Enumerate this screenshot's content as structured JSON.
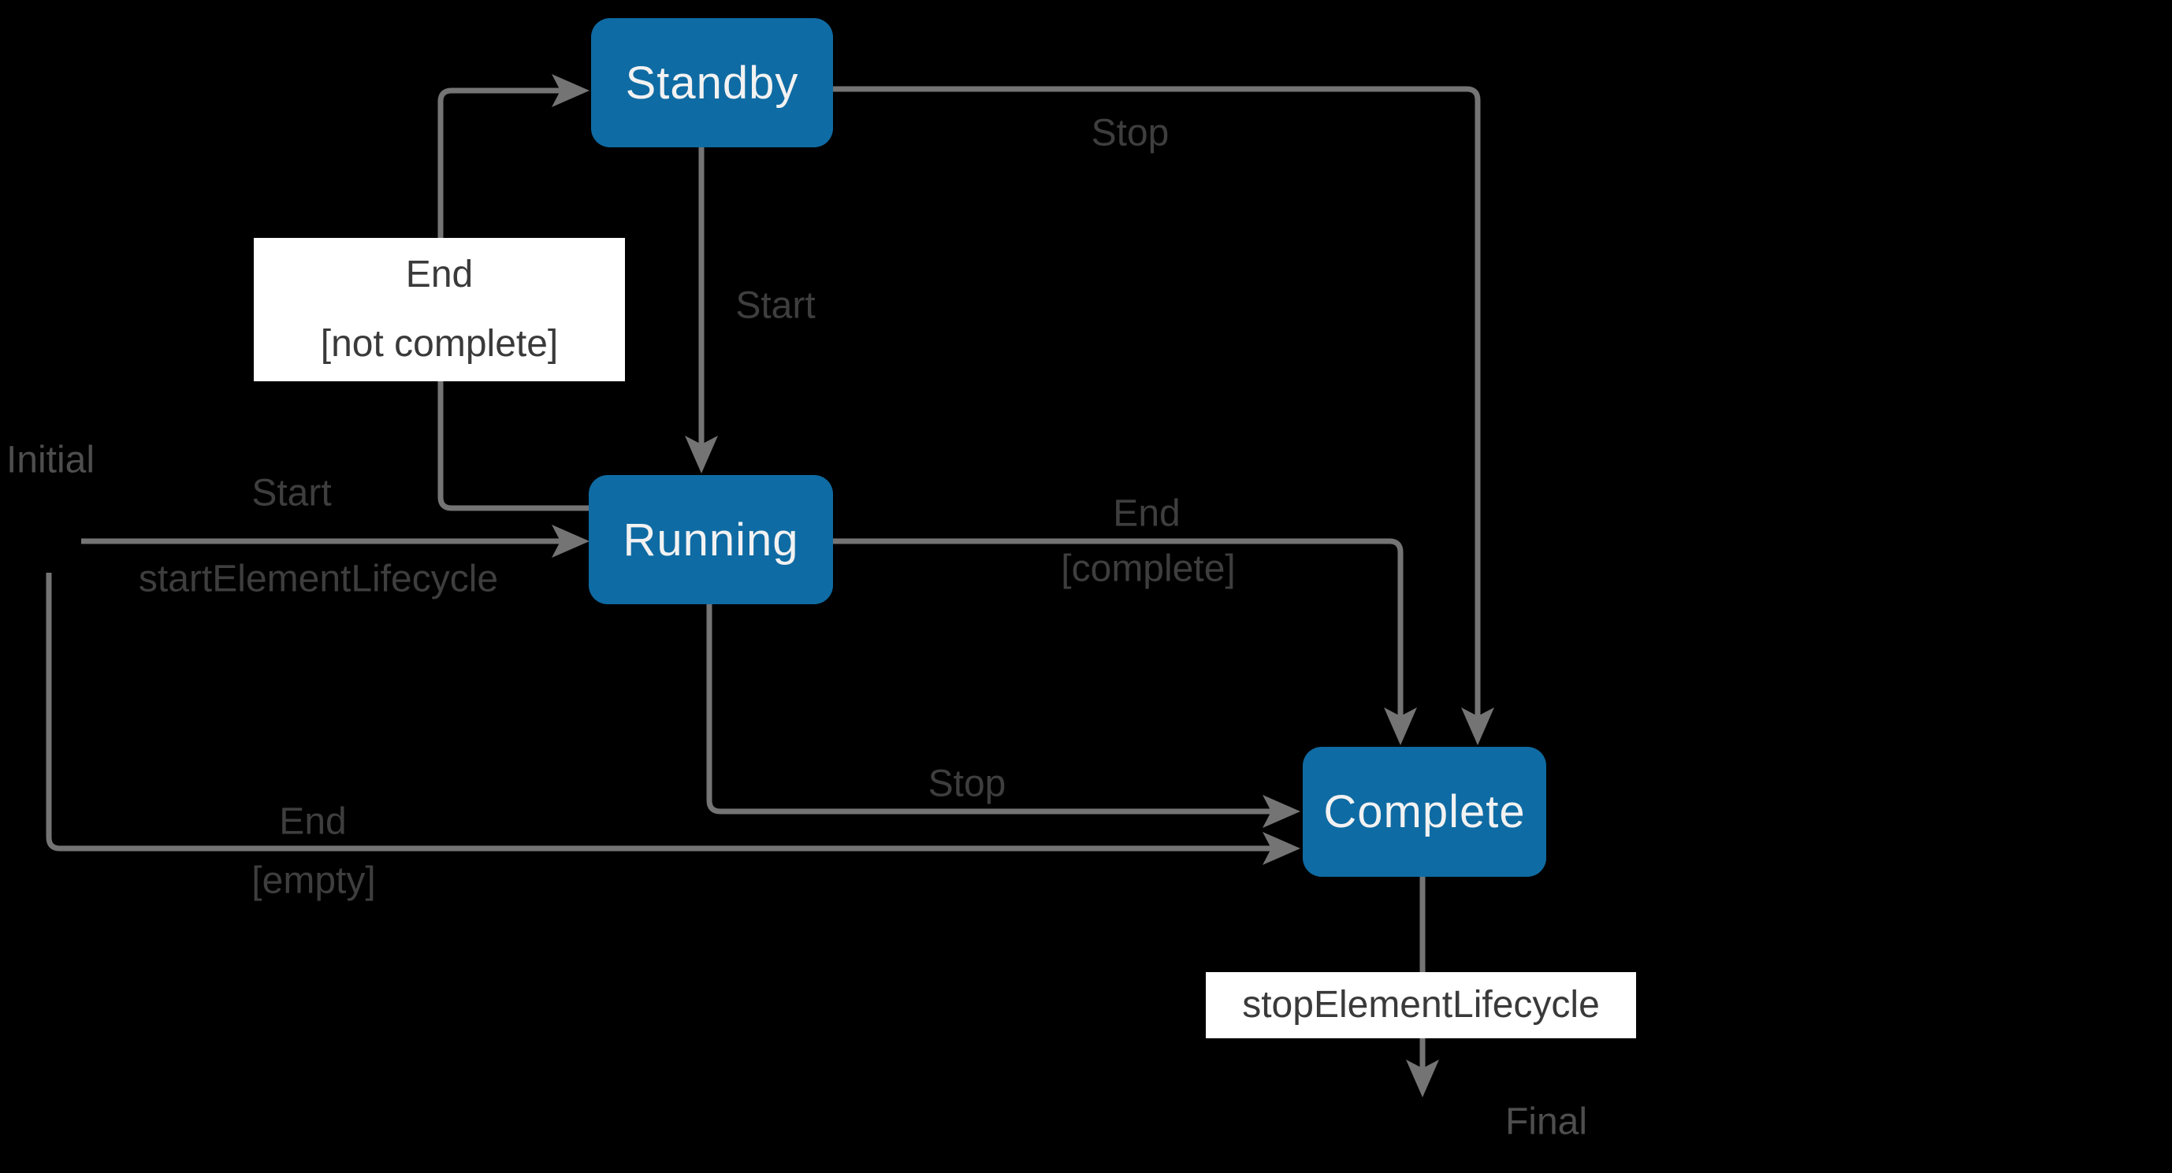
{
  "diagram": {
    "colors": {
      "background": "#000000",
      "state_fill": "#0f6ba3",
      "state_text": "#f2f2f2",
      "connector": "#747474",
      "label_text": "#3e3e3e",
      "pseudo_label_text": "#4e4e4e",
      "label_box_bg": "#ffffff"
    },
    "pseudostates": {
      "initial": "Initial",
      "final": "Final"
    },
    "states": [
      {
        "label": "Standby"
      },
      {
        "label": "Running"
      },
      {
        "label": "Complete"
      }
    ],
    "transitions": [
      {
        "from": "Initial",
        "to": "Running",
        "trigger": "Start",
        "action": "startElementLifecycle"
      },
      {
        "from": "Initial",
        "to": "Complete",
        "trigger": "End",
        "guard": "[empty]"
      },
      {
        "from": "Standby",
        "to": "Running",
        "trigger": "Start"
      },
      {
        "from": "Standby",
        "to": "Complete",
        "trigger": "Stop"
      },
      {
        "from": "Running",
        "to": "Standby",
        "trigger": "End",
        "guard": "[not complete]"
      },
      {
        "from": "Running",
        "to": "Complete",
        "trigger": "End",
        "guard": "[complete]"
      },
      {
        "from": "Running",
        "to": "Complete",
        "trigger": "Stop"
      },
      {
        "from": "Complete",
        "to": "Final",
        "action": "stopElementLifecycle"
      }
    ]
  }
}
